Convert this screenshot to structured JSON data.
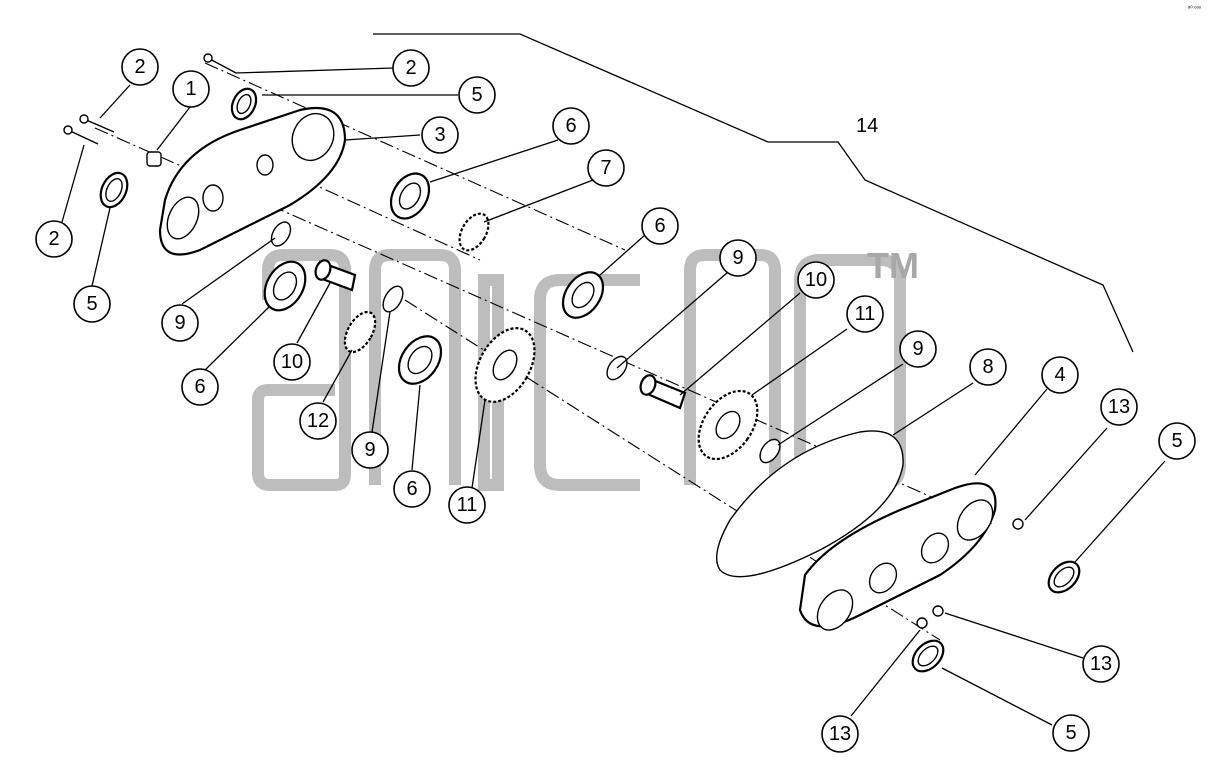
{
  "assembly": {
    "number": "14"
  },
  "watermark": {
    "trademark": "TM"
  },
  "corner_mark": "ᵃ⁰ ᵒᵒᵒ",
  "callouts": {
    "c2a": "2",
    "c2b": "2",
    "c2c": "2",
    "c1": "1",
    "c5a": "5",
    "c5b": "5",
    "c5c": "5",
    "c5d": "5",
    "c3": "3",
    "c6a": "6",
    "c6b": "6",
    "c6c": "6",
    "c6d": "6",
    "c7": "7",
    "c9a": "9",
    "c9b": "9",
    "c9c": "9",
    "c9d": "9",
    "c10a": "10",
    "c10b": "10",
    "c12": "12",
    "c11a": "11",
    "c11b": "11",
    "c8": "8",
    "c4": "4",
    "c13a": "13",
    "c13b": "13",
    "c13c": "13"
  },
  "colors": {
    "line": "#000000",
    "watermark": "#bdbdbd",
    "background": "#ffffff"
  }
}
